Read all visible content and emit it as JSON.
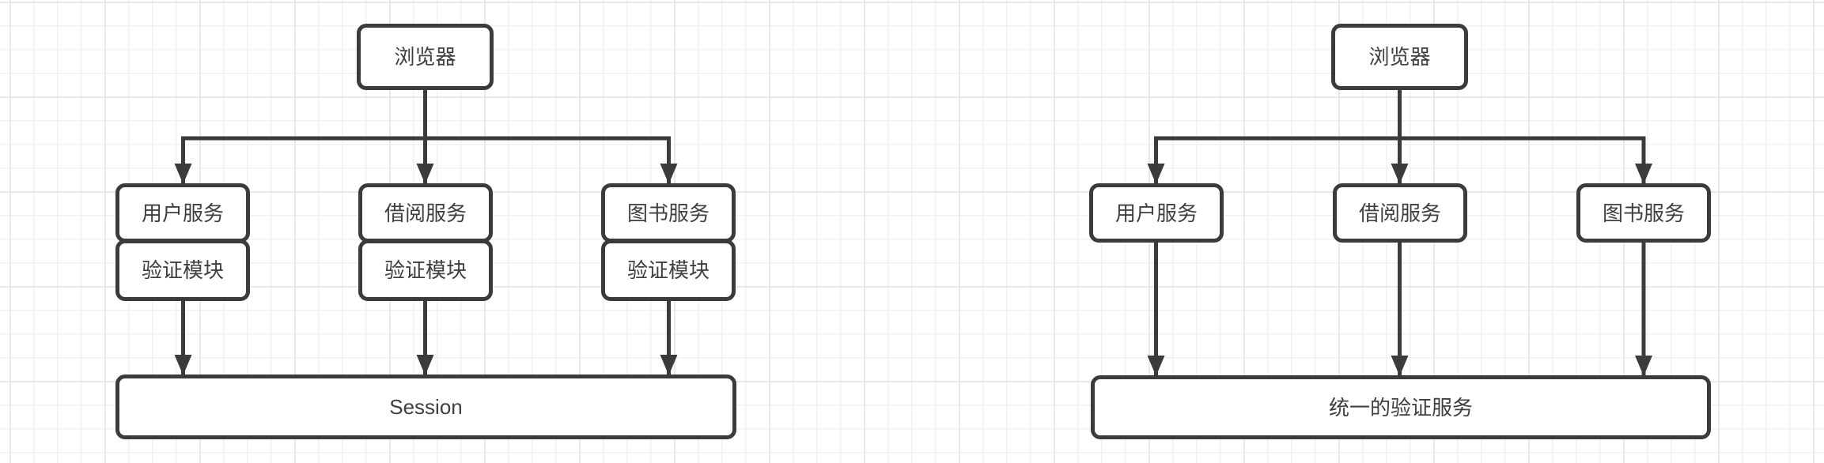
{
  "canvas": {
    "background_color": "#ffffff",
    "grid_minor_color": "#f2f2f4",
    "grid_major_color": "#e8e8eb",
    "stroke_color": "#3b3b3b",
    "text_color": "#3f3f3f"
  },
  "left_diagram": {
    "browser": {
      "label": "浏览器"
    },
    "services": [
      {
        "label": "用户服务",
        "module": "验证模块"
      },
      {
        "label": "借阅服务",
        "module": "验证模块"
      },
      {
        "label": "图书服务",
        "module": "验证模块"
      }
    ],
    "store": {
      "label": "Session"
    }
  },
  "right_diagram": {
    "browser": {
      "label": "浏览器"
    },
    "services": [
      {
        "label": "用户服务"
      },
      {
        "label": "借阅服务"
      },
      {
        "label": "图书服务"
      }
    ],
    "store": {
      "label": "统一的验证服务"
    }
  }
}
